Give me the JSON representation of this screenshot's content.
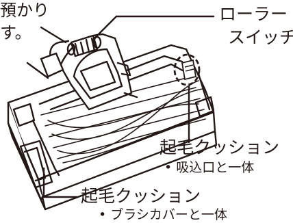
{
  "text_cut": {
    "line1": "預かり",
    "line2": "す。"
  },
  "labels": {
    "roller_line1": "ローラー",
    "roller_line2": "スイッチ",
    "cushion_intake": "起毛クッション",
    "cushion_intake_sub": "• 吸込口と一体",
    "cushion_brush": "起毛クッション",
    "cushion_brush_sub": "• ブラシカバーと一体"
  },
  "colors": {
    "ink": "#231815",
    "dashed_circle": "#231815",
    "background": "#ffffff"
  },
  "icons": {
    "main": "vacuum-nozzle-head-illustration"
  }
}
